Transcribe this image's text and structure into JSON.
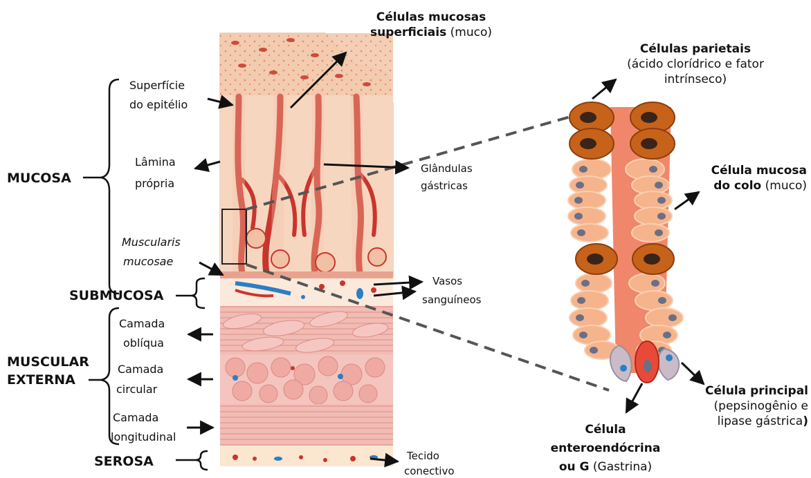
{
  "layers": {
    "mucosa": "MUCOSA",
    "submucosa": "SUBMUCOSA",
    "muscular_line1": "MUSCULAR",
    "muscular_line2": "EXTERNA",
    "serosa": "SEROSA"
  },
  "left_labels": {
    "superficie_1": "Superfície",
    "superficie_2": "do epitélio",
    "lamina_1": "Lâmina",
    "lamina_2": "própria",
    "muscularis_1": "Muscularis",
    "muscularis_2": "mucosae",
    "obliqua_1": "Camada",
    "obliqua_2": "oblíqua",
    "circular_1": "Camada",
    "circular_2": "circular",
    "longitudinal_1": "Camada",
    "longitudinal_2": "longitudinal"
  },
  "right_labels": {
    "glandulas_1": "Glândulas",
    "glandulas_2": "gástricas",
    "vasos_1": "Vasos",
    "vasos_2": "sanguíneos",
    "tecido_1": "Tecido",
    "tecido_2": "conectivo"
  },
  "callouts": {
    "mucosas_sup_1": "Células mucosas",
    "mucosas_sup_2_bold": "superficiais",
    "mucosas_sup_2_rest": " (muco)",
    "parietais_title": "Células parietais",
    "parietais_1": "(ácido clorídrico e fator",
    "parietais_2": "intrínseco)",
    "colo_1": "Célula mucosa",
    "colo_2_bold": "do colo",
    "colo_2_rest": " (muco)",
    "principal_title": "Célula principal",
    "principal_1": "(pepsinogênio e",
    "principal_2_rest": "lipase gástrica",
    "principal_2_bold": ")",
    "entero_1": "Célula",
    "entero_2": "enteroendócrina",
    "entero_3_bold": "ou G",
    "entero_3_rest": " (Gastrina)"
  },
  "colors": {
    "tissue_bg": "#f6d2b6",
    "glandular_red": "#c9352c",
    "muscle_pink": "#f3b3ae",
    "parietal_brown": "#c7621a",
    "mucous_peach": "#f6b48c",
    "lumen_orange": "#f0876a",
    "vessel_blue": "#2b7fc2"
  }
}
